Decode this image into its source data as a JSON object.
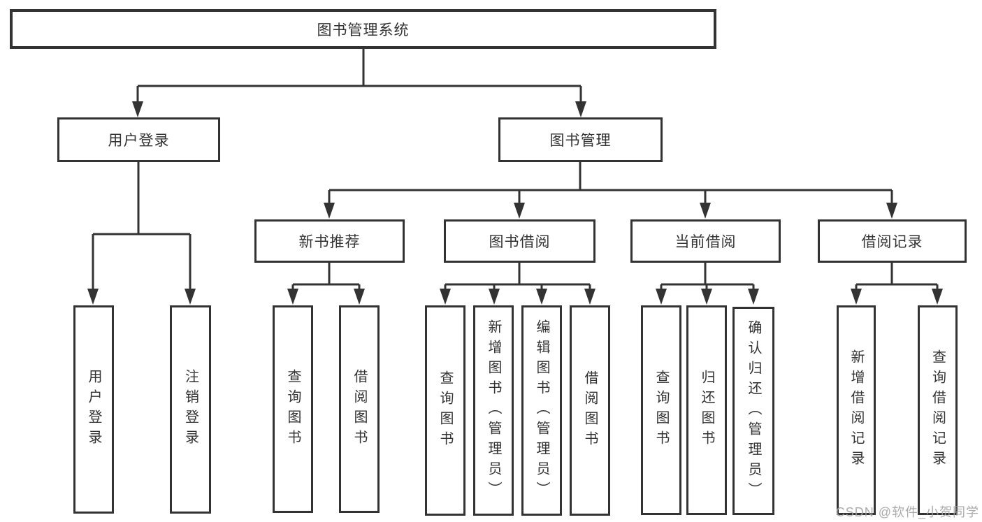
{
  "diagram_type": "hierarchy-tree",
  "tree": {
    "root": {
      "label": "图书管理系统",
      "children": [
        {
          "label": "用户登录",
          "children": [
            {
              "label": "用户登录"
            },
            {
              "label": "注销登录"
            }
          ]
        },
        {
          "label": "图书管理",
          "children": [
            {
              "label": "新书推荐",
              "children": [
                {
                  "label": "查询图书"
                },
                {
                  "label": "借阅图书"
                }
              ]
            },
            {
              "label": "图书借阅",
              "children": [
                {
                  "label": "查询图书"
                },
                {
                  "label": "新增图书（管理员）"
                },
                {
                  "label": "编辑图书（管理员）"
                },
                {
                  "label": "借阅图书"
                }
              ]
            },
            {
              "label": "当前借阅",
              "children": [
                {
                  "label": "查询图书"
                },
                {
                  "label": "归还图书"
                },
                {
                  "label": "确认归还（管理员）"
                }
              ]
            },
            {
              "label": "借阅记录",
              "children": [
                {
                  "label": "新增借阅记录"
                },
                {
                  "label": "查询借阅记录"
                }
              ]
            }
          ]
        }
      ]
    }
  },
  "watermark": {
    "text": "CSDN @软件_小贺同学"
  },
  "colors": {
    "line": "#333333",
    "text": "#333333",
    "background": "#ffffff",
    "watermark": "#a4a4a4"
  }
}
